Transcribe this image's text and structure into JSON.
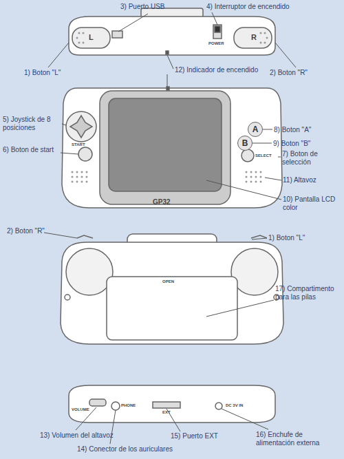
{
  "diagram": {
    "nodes": [
      {
        "text": [
          "A"
        ]
      },
      {
        "text": [
          "B"
        ]
      }
    ],
    "labels": [
      "3) Puerto USB",
      "4) Interruptor de encendido",
      "POWER",
      "L",
      "R",
      "1) Boton \"L\"",
      "2) Boton \"R\"",
      "12) Indicador de encendido",
      "5) Joystick de 8 posiciones",
      "START",
      "6) Boton de start",
      "8) Boton \"A\"",
      "9) Boton \"B\"",
      "SELECT",
      "7) Boton de selección",
      "11) Altavoz",
      "10) Pantalla LCD color",
      "GP32",
      "2) Boton \"R\"",
      "1) Boton \"L\"",
      "17) Compartimento para las pilas",
      "OPEN",
      "VOLUME",
      "PHONE",
      "EXT",
      "DC 3V IN",
      "13) Volumen del altavoz",
      "14) Conector de los auriculares",
      "15) Puerto EXT",
      "16) Enchufe de alimentación externa"
    ]
  }
}
